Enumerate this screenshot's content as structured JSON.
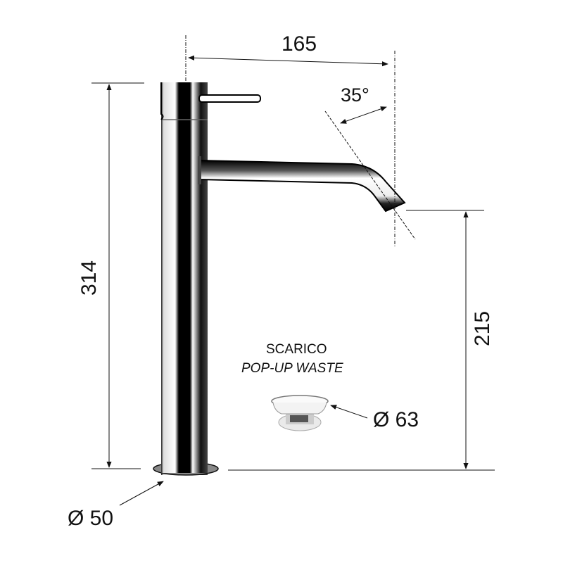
{
  "dimensions": {
    "spout_reach": "165",
    "spout_angle": "35°",
    "total_height": "314",
    "spout_height": "215",
    "base_diameter": "Ø 50",
    "waste_diameter": "Ø 63"
  },
  "waste": {
    "title": "SCARICO",
    "subtitle": "POP-UP WASTE"
  },
  "colors": {
    "line": "#111111",
    "background": "#ffffff",
    "chrome_dark": "#000000",
    "chrome_light": "#f4f4f4"
  }
}
